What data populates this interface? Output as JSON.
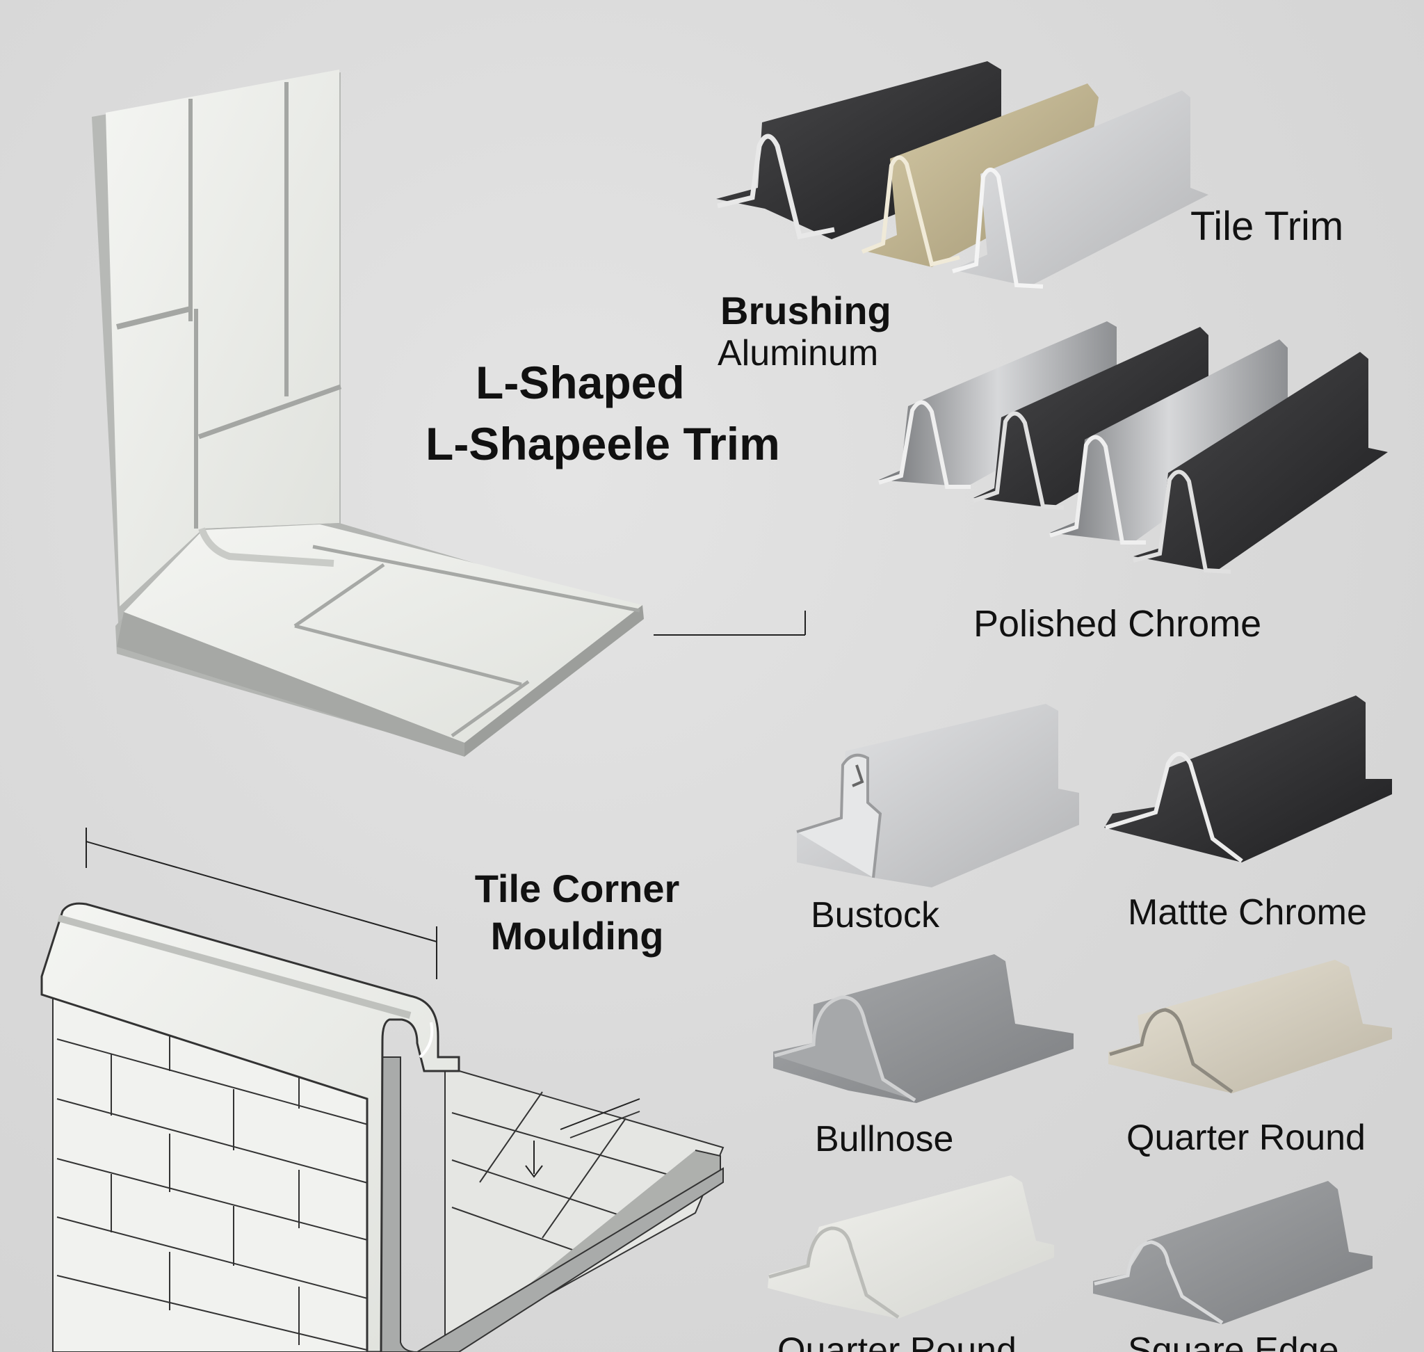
{
  "labels": {
    "l_shaped_title_line1": "L-Shaped",
    "l_shaped_title_line2": "L-Shapeele Trim",
    "brushing_title": "Brushing",
    "brushing_subtitle": "Aluminum",
    "tile_trim": "Tile Trim",
    "polished_chrome": "Polished Chrome",
    "tile_corner_line1": "Tile Corner",
    "tile_corner_line2": "Moulding",
    "bustock": "Bustock",
    "matte_chrome": "Mattte Chrome",
    "bullnose": "Bullnose",
    "quarter_round": "Quarter Round",
    "bottom_left_cut": "Quarter Round",
    "bottom_right_cut": "Square Edge"
  },
  "colors": {
    "background": "#d9d9d9",
    "tile_white": "#eef0ec",
    "grout_gray": "#a9aba8",
    "black_trim": "#2b2b2d",
    "gold_trim": "#b9ad8c",
    "silver_trim": "#c8c9cb",
    "chrome_gray": "#8e9093",
    "text": "#111111"
  }
}
